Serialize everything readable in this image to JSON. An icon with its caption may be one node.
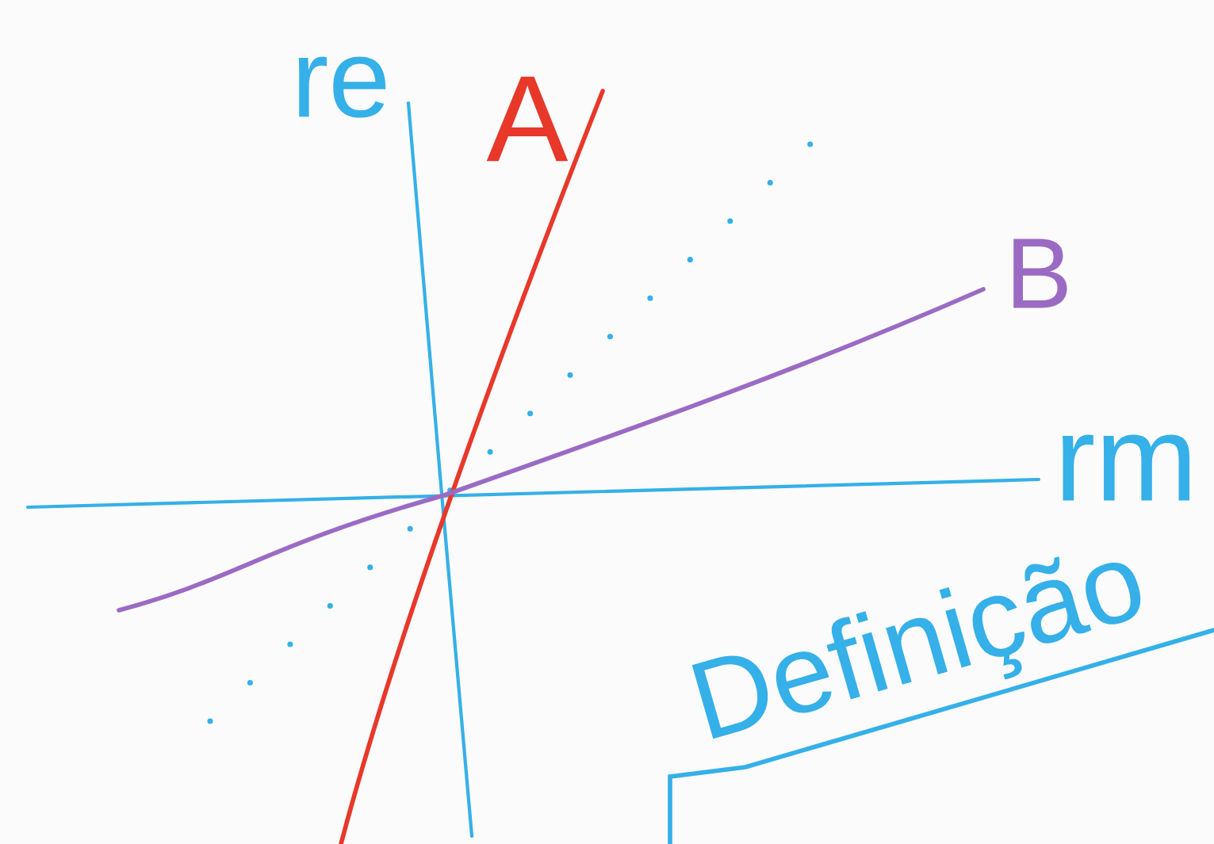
{
  "diagram": {
    "labels": [
      "re",
      "A",
      "B",
      "rm",
      "Definição"
    ]
  }
}
